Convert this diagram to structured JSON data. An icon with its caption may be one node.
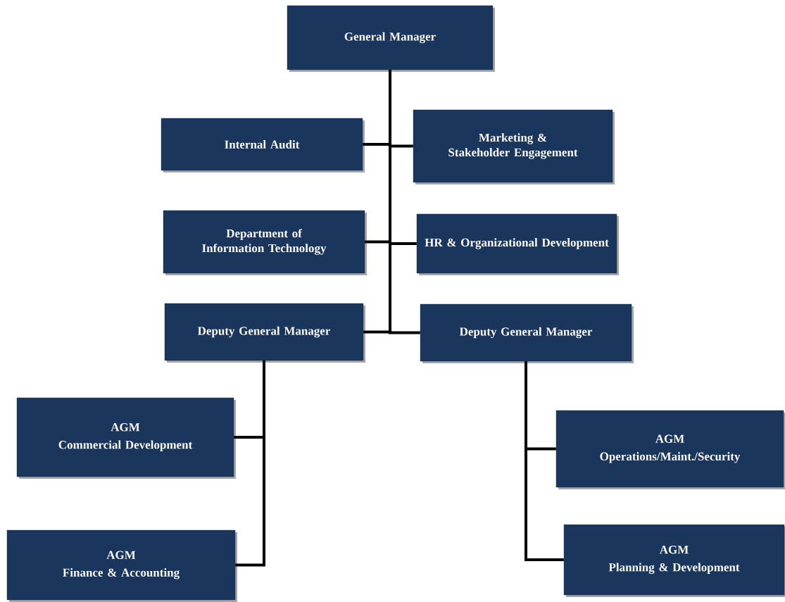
{
  "diagram": {
    "nodes": [
      {
        "text": [
          "General Manager"
        ]
      },
      {
        "text": [
          "Internal Audit"
        ]
      },
      {
        "text": [
          "Marketing & Stakeholder Engagement"
        ]
      },
      {
        "text": [
          "Department of Information Technology"
        ]
      },
      {
        "text": [
          "HR & Organizational Development"
        ]
      },
      {
        "text": [
          "Deputy General  Manager"
        ]
      },
      {
        "text": [
          "Deputy General  Manager"
        ]
      },
      {
        "text": [
          "AGM",
          "Commercial Development"
        ]
      },
      {
        "text": [
          "AGM",
          "Operations/Maint./Security"
        ]
      },
      {
        "text": [
          "AGM",
          "Finance & Accounting"
        ]
      },
      {
        "text": [
          "AGM",
          "Planning & Development"
        ]
      }
    ],
    "edges": [
      {
        "from": 0,
        "to": 1,
        "arrow": "none"
      },
      {
        "from": 0,
        "to": 2,
        "arrow": "none"
      },
      {
        "from": 0,
        "to": 3,
        "arrow": "none"
      },
      {
        "from": 0,
        "to": 4,
        "arrow": "none"
      },
      {
        "from": 0,
        "to": 5,
        "arrow": "none"
      },
      {
        "from": 0,
        "to": 6,
        "arrow": "none"
      },
      {
        "from": 5,
        "to": 7,
        "arrow": "none"
      },
      {
        "from": 5,
        "to": 9,
        "arrow": "none"
      },
      {
        "from": 6,
        "to": 8,
        "arrow": "none"
      },
      {
        "from": 6,
        "to": 10,
        "arrow": "none"
      }
    ]
  }
}
